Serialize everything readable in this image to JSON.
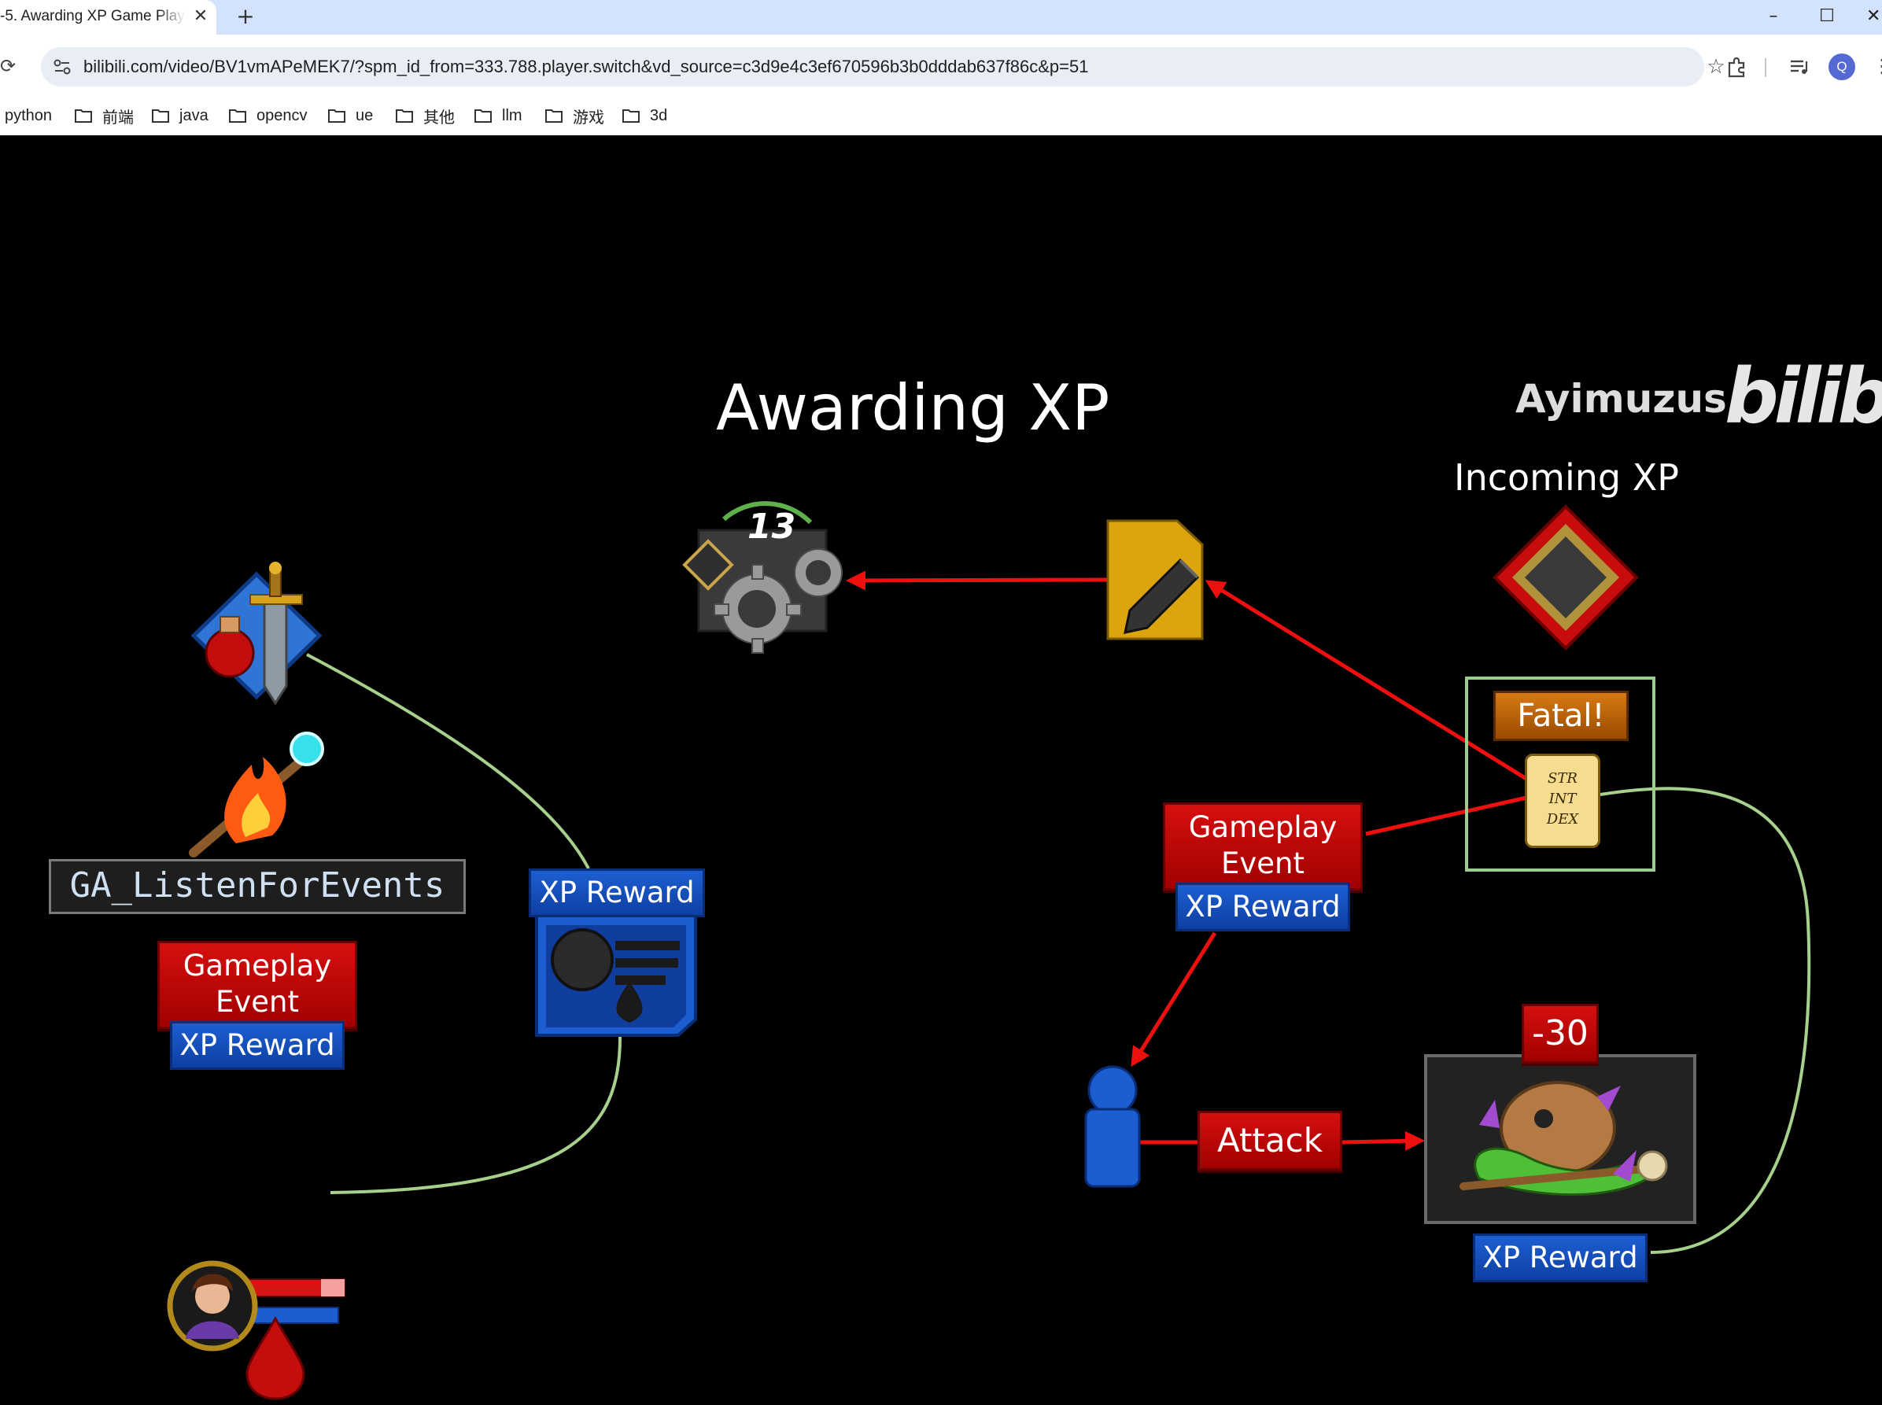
{
  "browser": {
    "tab": {
      "title": "-5. Awarding XP Game Play",
      "close_glyph": "✕"
    },
    "new_tab_glyph": "+",
    "window_controls": {
      "minimize": "–",
      "maximize": "☐",
      "close": "✕"
    },
    "reload_glyph": "⟳",
    "address": {
      "url": "bilibili.com/video/BV1vmAPeMEK7/?spm_id_from=333.788.player.switch&vd_source=c3d9e4c3ef670596b3b0dddab637f86c&p=51"
    },
    "bookmark_star_glyph": "☆",
    "profile_initial": "Q",
    "menu_glyph": "⋮",
    "bookmarks": [
      {
        "label": "python",
        "folder": false
      },
      {
        "label": "前端",
        "folder": true
      },
      {
        "label": "java",
        "folder": true
      },
      {
        "label": "opencv",
        "folder": true
      },
      {
        "label": "ue",
        "folder": true
      },
      {
        "label": "其他",
        "folder": true
      },
      {
        "label": "llm",
        "folder": true
      },
      {
        "label": "游戏",
        "folder": true
      },
      {
        "label": "3d",
        "folder": true
      }
    ]
  },
  "video": {
    "title": "Awarding XP",
    "watermark": {
      "name": "Ayimuzus",
      "logo": "bilibili"
    },
    "incoming_xp_label": "Incoming XP",
    "level_number": "13",
    "ability_name": "GA_ListenForEvents",
    "labels": {
      "gameplay_event_left": "Gameplay Event",
      "xp_reward_left": "XP Reward",
      "xp_reward_effect": "XP Reward",
      "gameplay_event_right": "Gameplay Event",
      "xp_reward_right": "XP Reward",
      "xp_reward_enemy": "XP Reward",
      "attack": "Attack",
      "damage": "-30",
      "fatal": "Fatal!"
    },
    "scroll_lines": [
      "STR",
      "INT",
      "DEX"
    ],
    "icons": [
      "sword-potion-icon",
      "fire-staff-icon",
      "gameplay-effect-icon",
      "player-avatar-icon",
      "blood-drop-icon",
      "gears-level-icon",
      "pencil-icon",
      "diamond-icon",
      "scroll-icon",
      "pawn-icon",
      "goblin-enemy-icon"
    ],
    "colors": {
      "red_arrow": "#ee0f0f",
      "green_line": "#a8d08d",
      "blue_label": "#1650c0",
      "red_label": "#c50a0a",
      "gold": "#e0a800"
    }
  }
}
